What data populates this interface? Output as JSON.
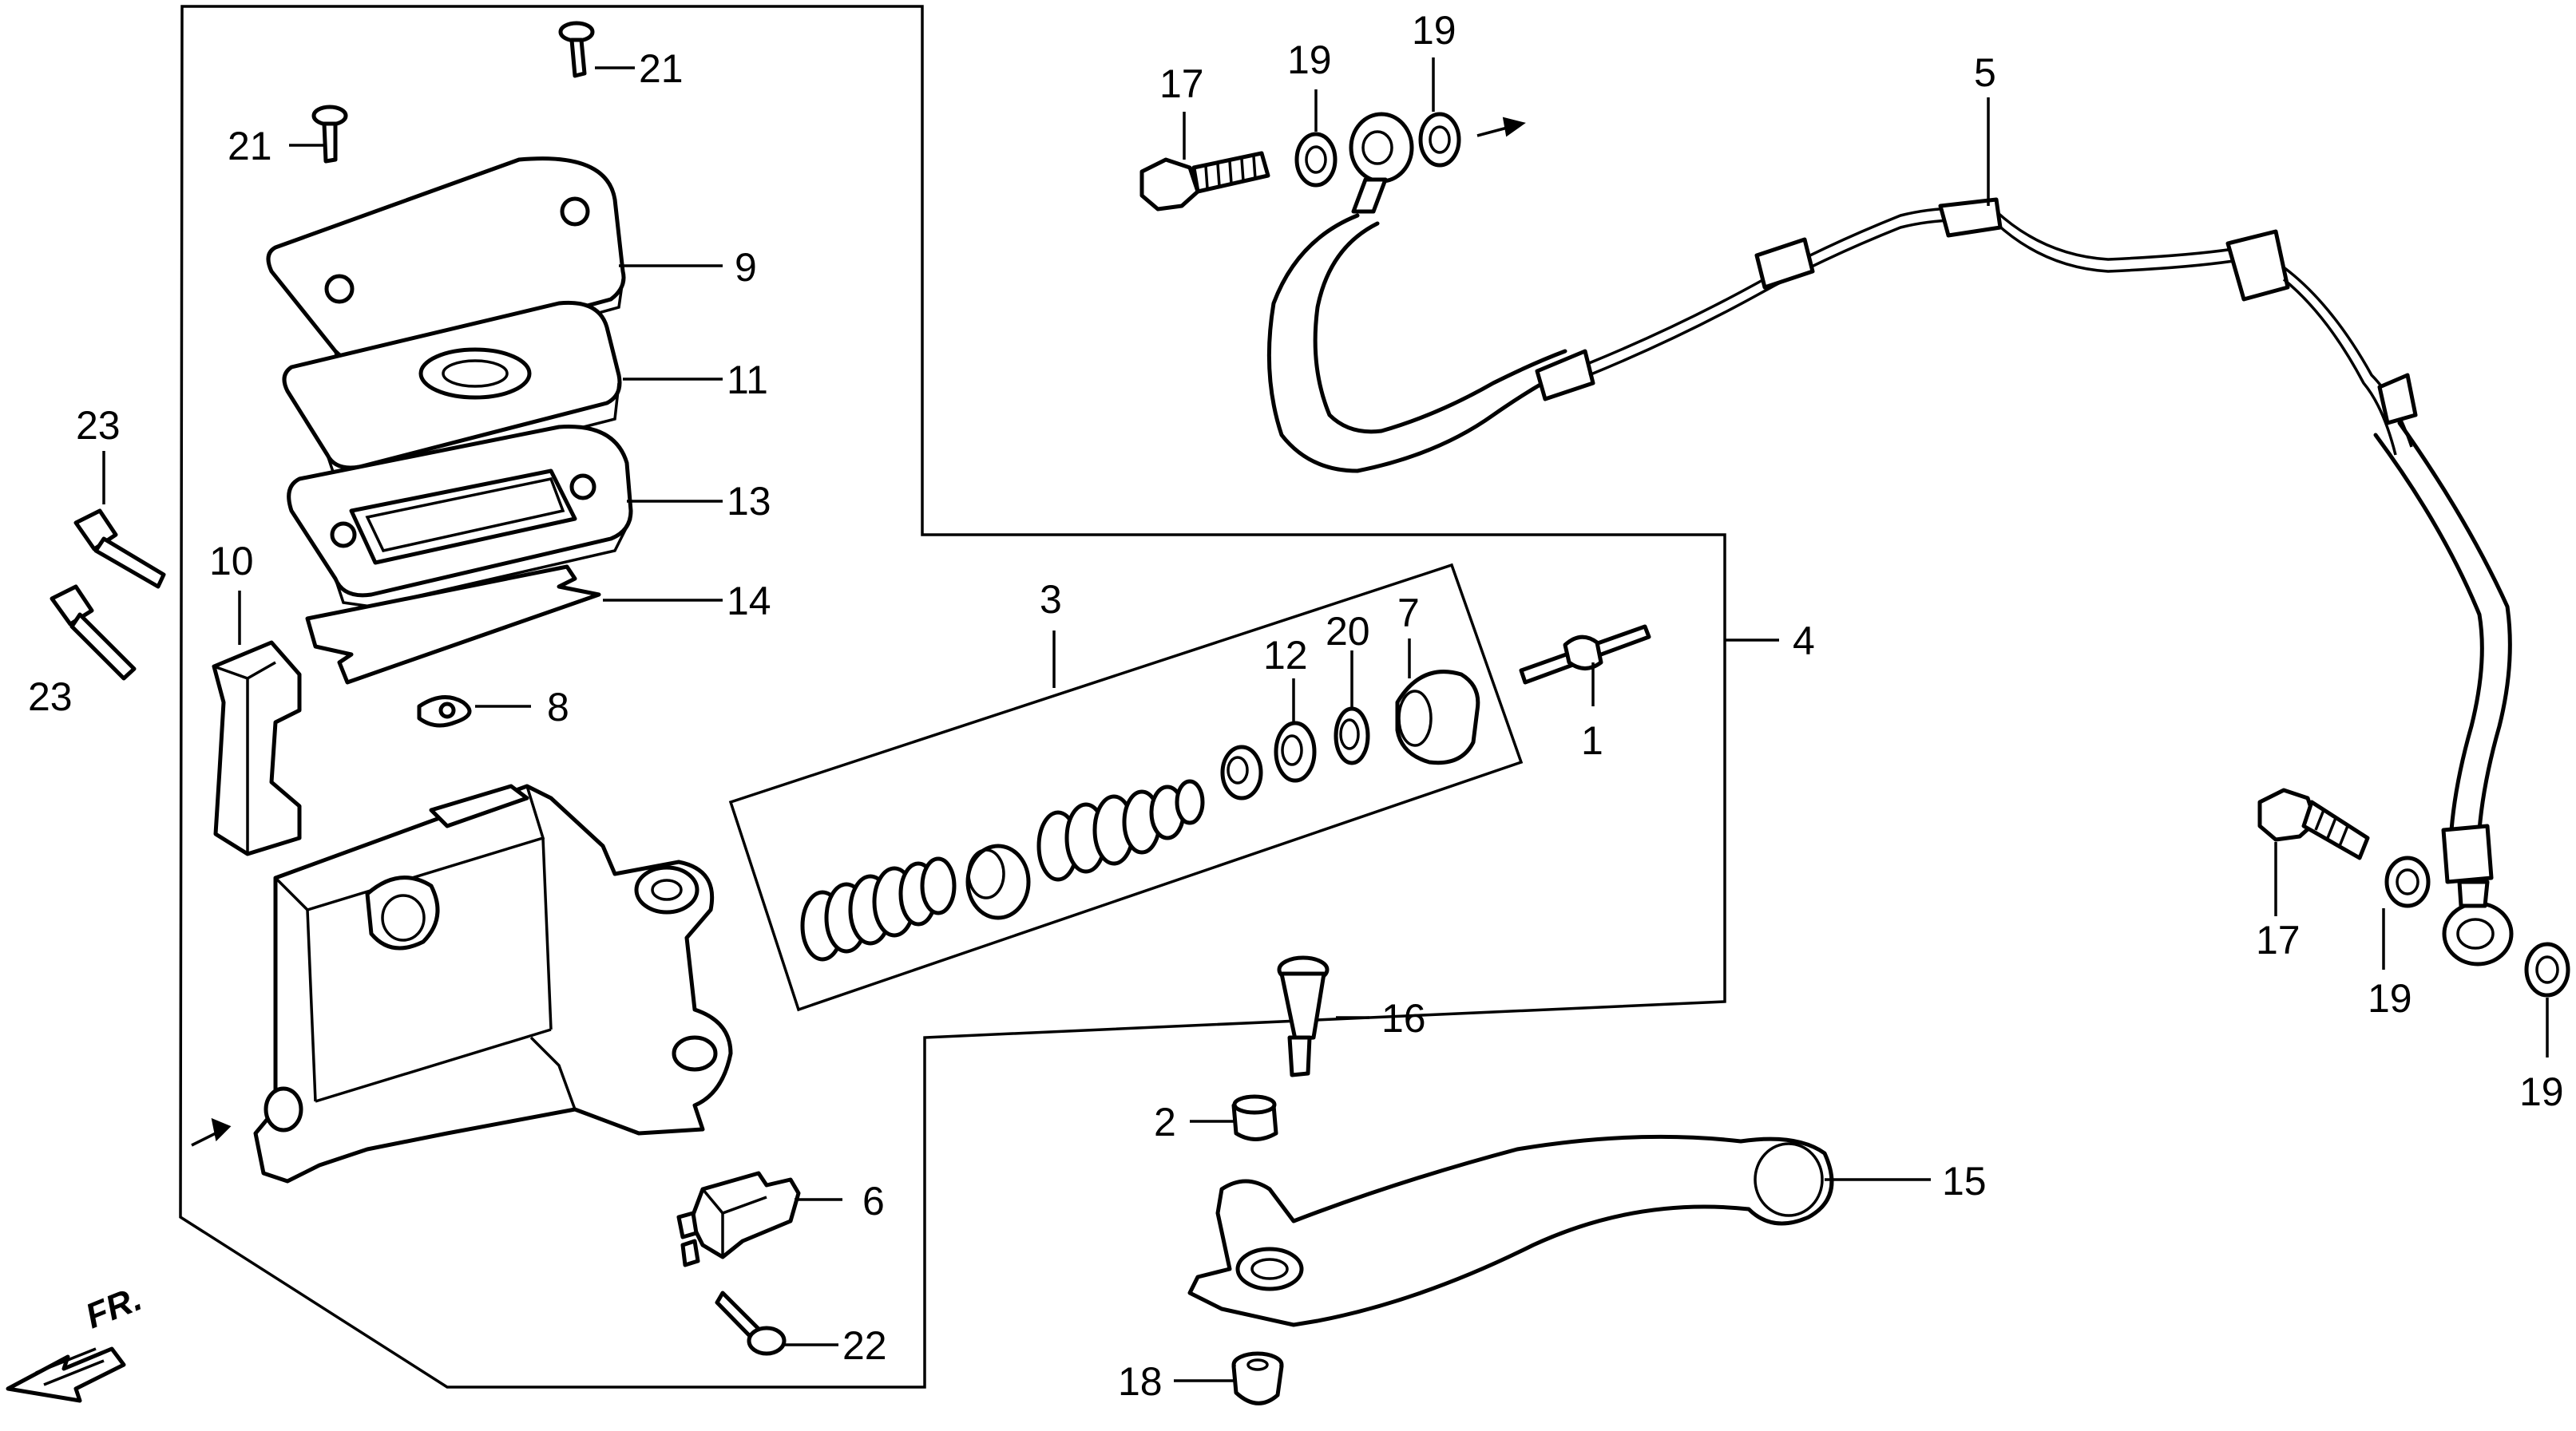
{
  "direction_label": "FR.",
  "callouts": [
    {
      "id": "c1",
      "text": "1"
    },
    {
      "id": "c2",
      "text": "2"
    },
    {
      "id": "c3",
      "text": "3"
    },
    {
      "id": "c4",
      "text": "4"
    },
    {
      "id": "c5",
      "text": "5"
    },
    {
      "id": "c6",
      "text": "6"
    },
    {
      "id": "c7",
      "text": "7"
    },
    {
      "id": "c8",
      "text": "8"
    },
    {
      "id": "c9",
      "text": "9"
    },
    {
      "id": "c10",
      "text": "10"
    },
    {
      "id": "c11",
      "text": "11"
    },
    {
      "id": "c12",
      "text": "12"
    },
    {
      "id": "c13",
      "text": "13"
    },
    {
      "id": "c14",
      "text": "14"
    },
    {
      "id": "c15",
      "text": "15"
    },
    {
      "id": "c16",
      "text": "16"
    },
    {
      "id": "c17a",
      "text": "17"
    },
    {
      "id": "c17b",
      "text": "17"
    },
    {
      "id": "c18",
      "text": "18"
    },
    {
      "id": "c19a",
      "text": "19"
    },
    {
      "id": "c19b",
      "text": "19"
    },
    {
      "id": "c19c",
      "text": "19"
    },
    {
      "id": "c19d",
      "text": "19"
    },
    {
      "id": "c20",
      "text": "20"
    },
    {
      "id": "c21a",
      "text": "21"
    },
    {
      "id": "c21b",
      "text": "21"
    },
    {
      "id": "c22",
      "text": "22"
    },
    {
      "id": "c23a",
      "text": "23"
    },
    {
      "id": "c23b",
      "text": "23"
    }
  ]
}
